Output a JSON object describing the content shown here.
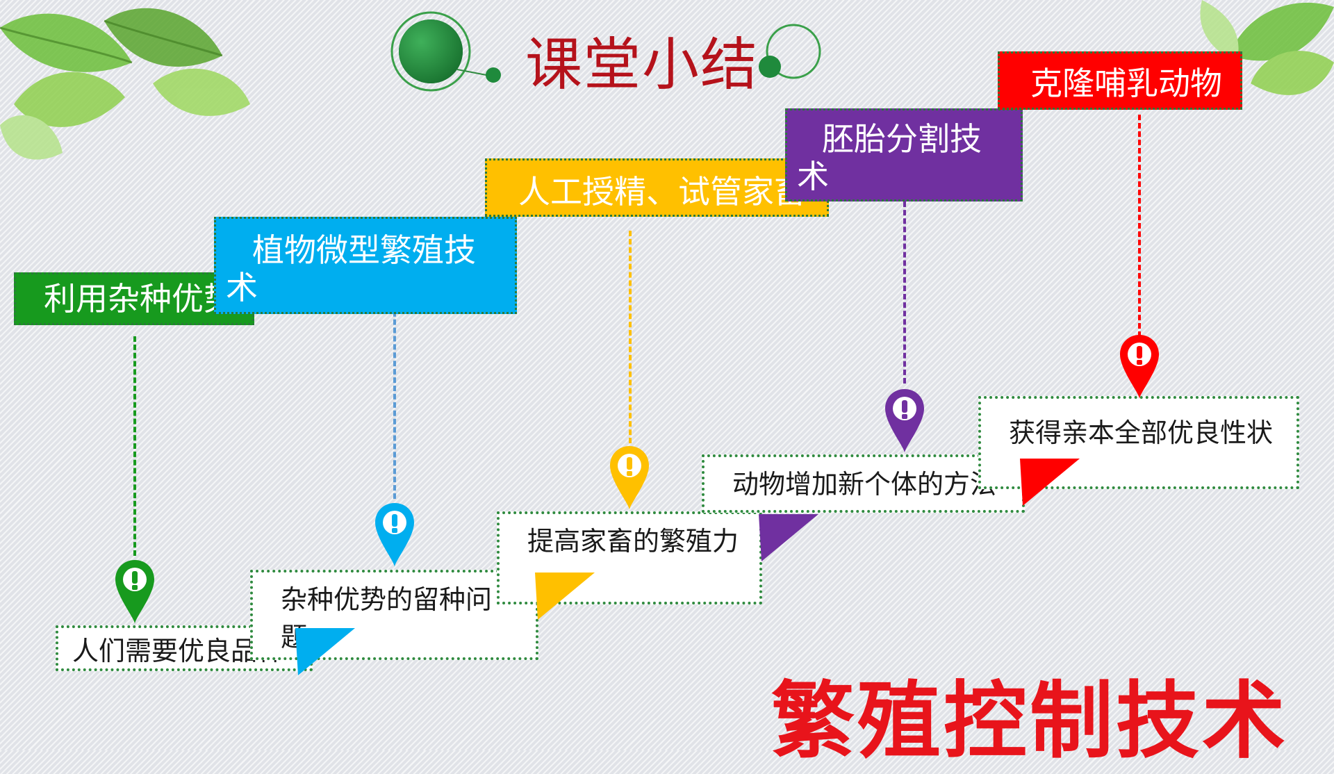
{
  "title": "课堂小结",
  "footer": "繁殖控制技术",
  "colors": {
    "green": "#179a1e",
    "blue": "#00aeef",
    "yellow": "#ffc000",
    "purple": "#7030a0",
    "red": "#ff0000",
    "title_red": "#b5121b"
  },
  "steps": [
    {
      "label": "利用杂种优势",
      "box_text": "人们需要优良品种",
      "color": "#179a1e",
      "icon": "location-pin-icon"
    },
    {
      "label": "植物微型繁殖技术",
      "box_text": "杂种优势的留种问题",
      "color": "#00aeef",
      "icon": "location-pin-icon"
    },
    {
      "label": "人工授精、试管家畜",
      "box_text": "提高家畜的繁殖力",
      "color": "#ffc000",
      "icon": "location-pin-icon"
    },
    {
      "label": "胚胎分割技术",
      "box_text": "动物增加新个体的方法",
      "color": "#7030a0",
      "icon": "location-pin-icon"
    },
    {
      "label": "克隆哺乳动物",
      "box_text": "获得亲本全部优良性状",
      "color": "#ff0000",
      "icon": "location-pin-icon"
    }
  ]
}
